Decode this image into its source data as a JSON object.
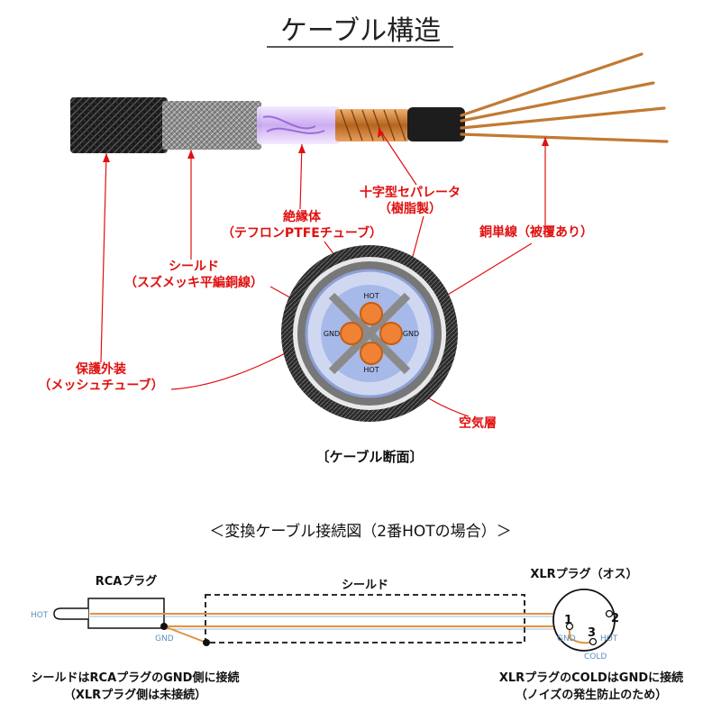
{
  "title": "ケーブル構造",
  "cable_labels": {
    "outer_jacket": "保護外装",
    "outer_jacket_sub": "（メッシュチューブ）",
    "shield": "シールド",
    "shield_sub": "（スズメッキ平編銅線）",
    "insulator": "絶縁体",
    "insulator_sub": "（テフロンPTFEチューブ）",
    "separator": "十字型セパレータ",
    "separator_sub": "（樹脂製）",
    "copper_wire": "銅単線（被覆あり）",
    "air_layer": "空気層"
  },
  "cross_section": {
    "caption": "〔ケーブル断面〕",
    "hot_top": "HOT",
    "hot_bottom": "HOT",
    "gnd_left": "GND",
    "gnd_right": "GND"
  },
  "wiring": {
    "title": "＜変換ケーブル接続図（2番HOTの場合）＞",
    "rca_label": "RCAプラグ",
    "shield_label": "シールド",
    "xlr_label": "XLRプラグ（オス）",
    "hot_label": "HOT",
    "gnd_label": "GND",
    "pin1": "1",
    "pin2": "2",
    "pin3": "3",
    "xlr_gnd": "GND",
    "xlr_hot": "HOT",
    "xlr_cold": "COLD",
    "note_left_1": "シールドはRCAプラグのGND側に接続",
    "note_left_2": "（XLRプラグ側は未接続）",
    "note_right_1": "XLRプラグのCOLDはGNDに接続",
    "note_right_2": "（ノイズの発生防止のため）"
  },
  "colors": {
    "annotation_red": "#e01010",
    "copper": "#e0913e",
    "wiring_blue": "#5a8fc0"
  }
}
